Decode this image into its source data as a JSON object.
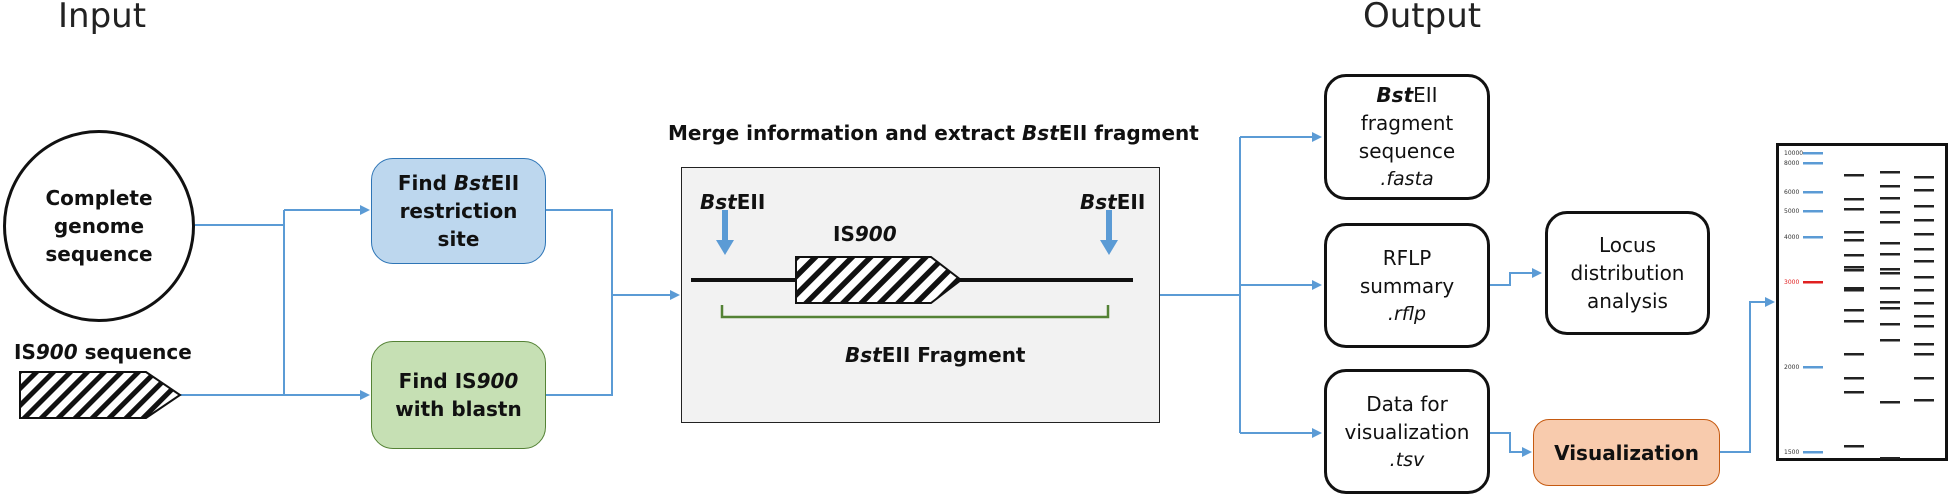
{
  "headers": {
    "input": "Input",
    "output": "Output"
  },
  "inputs": {
    "genome": [
      "Complete",
      "genome",
      "sequence"
    ],
    "is900_label": {
      "prefix": "IS",
      "italic": "900",
      "suffix": " sequence"
    }
  },
  "steps": {
    "find_bsteii": {
      "italic": "Bst",
      "rest": "EII",
      "line2": "restriction",
      "line3": "site"
    },
    "find_is900": {
      "line1_prefix": "Find IS",
      "line1_italic": "900",
      "line2": "with blastn"
    },
    "find_prefix": "Find "
  },
  "merge": {
    "title_prefix": "Merge information and extract ",
    "title_italic": "Bst",
    "title_rest": "EII fragment",
    "left_site": {
      "italic": "Bst",
      "rest": "EII"
    },
    "right_site": {
      "italic": "Bst",
      "rest": "EII"
    },
    "is900": {
      "prefix": "IS",
      "italic": "900"
    },
    "fragment": {
      "italic": "Bst",
      "rest": "EII Fragment"
    }
  },
  "outputs": {
    "fasta": {
      "italic": "Bst",
      "rest": "EII",
      "line2": "fragment",
      "line3": "sequence",
      "ext": ".fasta"
    },
    "rflp": {
      "line1": "RFLP",
      "line2": "summary",
      "ext": ".rflp"
    },
    "tsv": {
      "line1": "Data for",
      "line2": "visualization",
      "ext": ".tsv"
    },
    "locus": [
      "Locus",
      "distribution",
      "analysis"
    ],
    "visualization": "Visualization"
  },
  "gel": {
    "markers": [
      "10000",
      "8000",
      "6000",
      "5000",
      "4000",
      "3000",
      "2000",
      "1500"
    ],
    "highlight_marker": "3000",
    "highlight_color": "#e02020",
    "marker_color": "#5b9bd5"
  },
  "colors": {
    "arrow": "#5b9bd5",
    "fragment_bracket": "#548235",
    "blue_fill": "#bdd7ee",
    "green_fill": "#c6e0b4",
    "orange_fill": "#f8cbad"
  }
}
